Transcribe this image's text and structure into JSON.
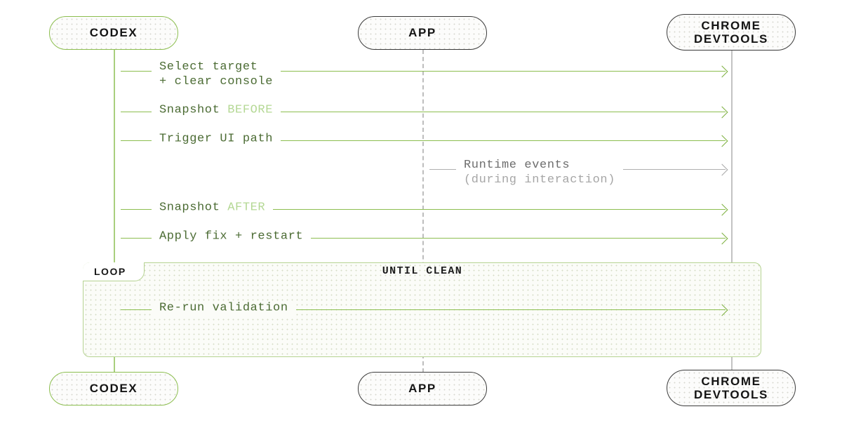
{
  "diagram": {
    "type": "sequence-diagram",
    "background": "#ffffff",
    "colors": {
      "accent_green": "#8cbe4f",
      "lifeline_green": "#a9cf7e",
      "text_green": "#4b6b33",
      "text_green_light": "#b4d894",
      "gray_line": "#b0b0b0",
      "gray_text": "#6d6d6d",
      "gray_text_light": "#a6a6a6",
      "loop_border": "#b6d392",
      "actor_dark_border": "#3b3b3b"
    },
    "actors": [
      {
        "id": "codex",
        "label": "CODEX",
        "border": "green"
      },
      {
        "id": "app",
        "label": "APP",
        "border": "dark"
      },
      {
        "id": "devtools",
        "label": "CHROME\nDEVTOOLS",
        "border": "dark"
      }
    ],
    "actors_bottom": [
      {
        "id": "codex",
        "label": "CODEX",
        "border": "green"
      },
      {
        "id": "app",
        "label": "APP",
        "border": "dark"
      },
      {
        "id": "devtools",
        "label": "CHROME\nDEVTOOLS",
        "border": "dark"
      }
    ],
    "messages": [
      {
        "id": "select-target",
        "from": "codex",
        "to": "devtools",
        "text": "Select target",
        "text_line2": "+ clear console",
        "color": "green"
      },
      {
        "id": "snapshot-before",
        "from": "codex",
        "to": "devtools",
        "text": "Snapshot ",
        "accent": "BEFORE",
        "color": "green"
      },
      {
        "id": "trigger-ui-path",
        "from": "codex",
        "to": "devtools",
        "text": "Trigger UI path",
        "color": "green"
      },
      {
        "id": "runtime-events",
        "from": "app",
        "to": "devtools",
        "text": "Runtime events",
        "text_line2": "(during interaction)",
        "color": "gray"
      },
      {
        "id": "snapshot-after",
        "from": "codex",
        "to": "devtools",
        "text": "Snapshot ",
        "accent": "AFTER",
        "color": "green"
      },
      {
        "id": "apply-fix-restart",
        "from": "codex",
        "to": "devtools",
        "text": "Apply fix + restart",
        "color": "green"
      }
    ],
    "loop": {
      "tab_label": "LOOP",
      "condition": "UNTIL CLEAN",
      "messages": [
        {
          "id": "re-run-validation",
          "from": "codex",
          "to": "devtools",
          "text": "Re-run validation",
          "color": "green"
        }
      ]
    }
  }
}
